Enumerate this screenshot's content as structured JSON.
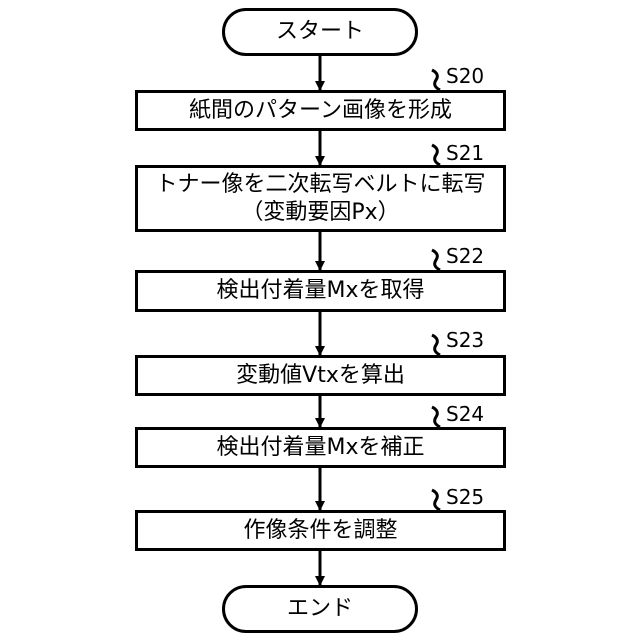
{
  "flowchart": {
    "start": "スタート",
    "end": "エンド",
    "steps": [
      {
        "id": "S20",
        "lines": [
          "紙間のパターン画像を形成"
        ]
      },
      {
        "id": "S21",
        "lines": [
          "トナー像を二次転写ベルトに転写",
          "（変動要因Px）"
        ]
      },
      {
        "id": "S22",
        "lines": [
          "検出付着量Mxを取得"
        ]
      },
      {
        "id": "S23",
        "lines": [
          "変動値Vtxを算出"
        ]
      },
      {
        "id": "S24",
        "lines": [
          "検出付着量Mxを補正"
        ]
      },
      {
        "id": "S25",
        "lines": [
          "作像条件を調整"
        ]
      }
    ]
  }
}
